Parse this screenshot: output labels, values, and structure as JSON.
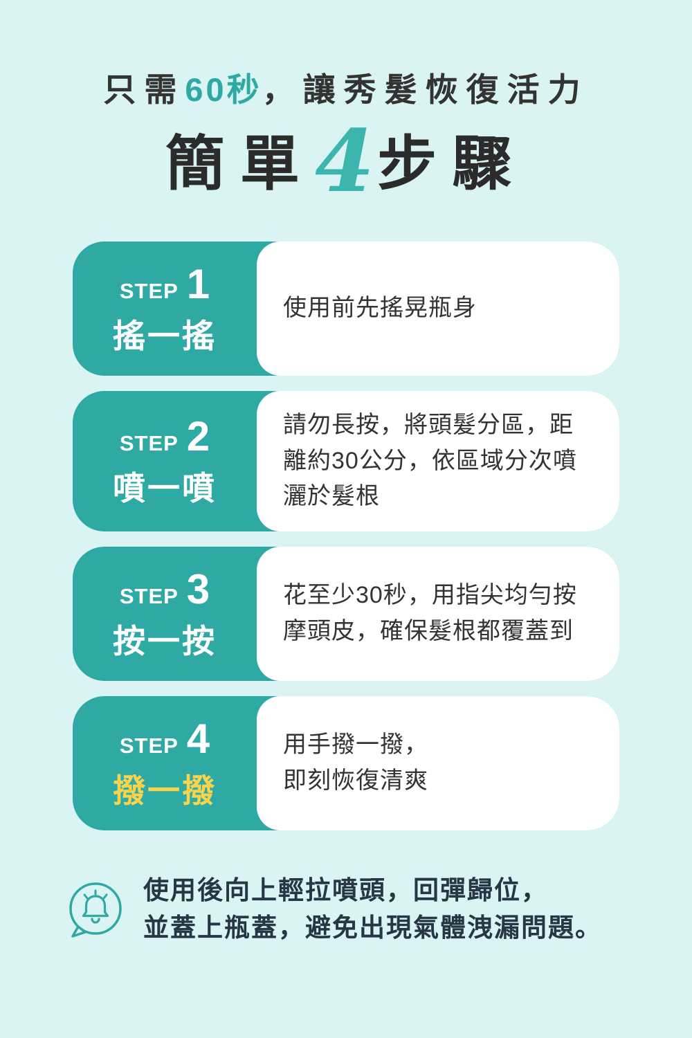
{
  "theme": {
    "background": "#d9f4f2",
    "teal": "#2fa9a4",
    "highlight_teal": "#3cb5ae",
    "yellow": "#f6d44d",
    "text_dark": "#333333",
    "card_white": "#ffffff"
  },
  "header": {
    "line1_pre": "只需",
    "line1_highlight": "60秒",
    "line1_post": "，讓秀髮恢復活力",
    "line2_pre": "簡單",
    "line2_number": "4",
    "line2_post": "步驟"
  },
  "steps": [
    {
      "step_label": "STEP",
      "number": "1",
      "name": "搖一搖",
      "description": "使用前先搖晃瓶身"
    },
    {
      "step_label": "STEP",
      "number": "2",
      "name": "噴一噴",
      "description": "請勿長按，將頭髮分區，距離約30公分，依區域分次噴灑於髮根"
    },
    {
      "step_label": "STEP",
      "number": "3",
      "name": "按一按",
      "description": "花至少30秒，用指尖均勻按摩頭皮，確保髮根都覆蓋到"
    },
    {
      "step_label": "STEP",
      "number": "4",
      "name": "撥一撥",
      "name_color": "#f6d44d",
      "description": "用手撥一撥，\n即刻恢復清爽"
    }
  ],
  "note": {
    "icon": "bell-icon",
    "text": "使用後向上輕拉噴頭，回彈歸位，\n並蓋上瓶蓋，避免出現氣體洩漏問題。"
  }
}
